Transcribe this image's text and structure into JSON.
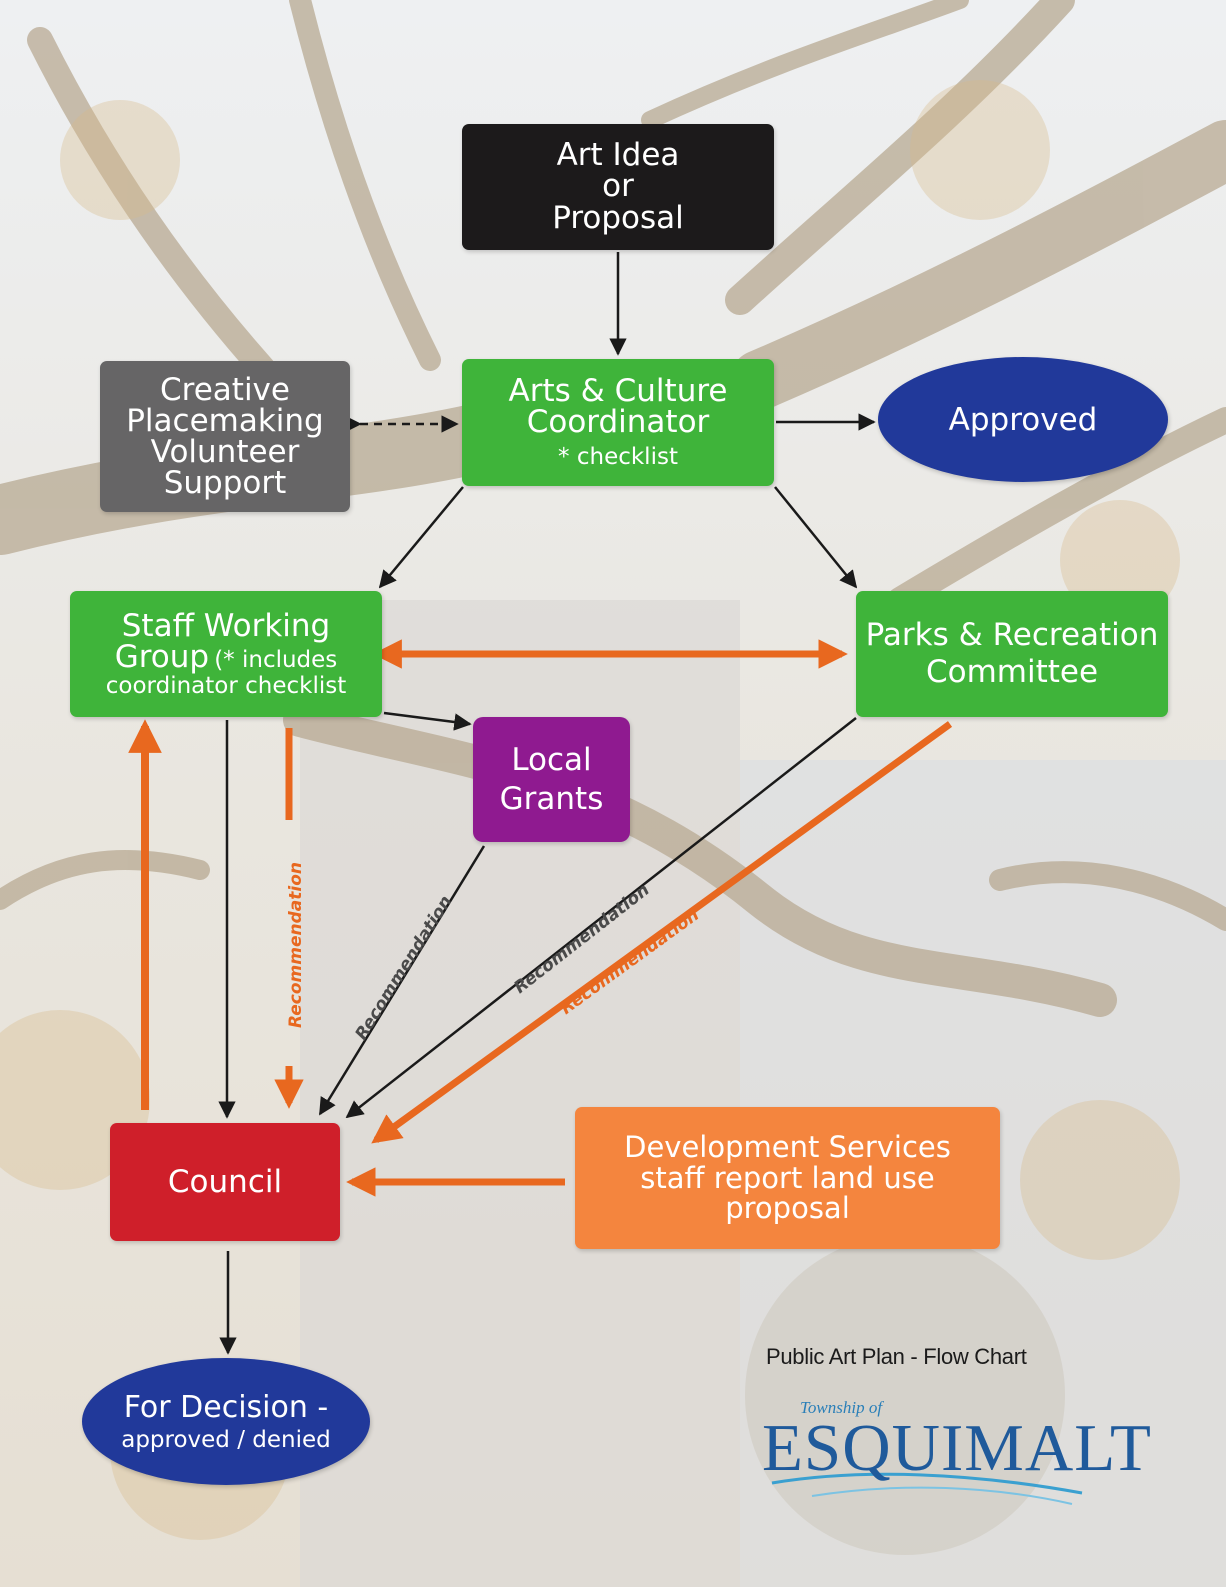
{
  "title": "Public Art Plan - Flow Chart",
  "logo": {
    "township": "Township of",
    "wordmark": "ESQUIMALT"
  },
  "colors": {
    "black_box": "#1c1a1b",
    "green_box": "#3fb43a",
    "grey_box": "#666566",
    "purple_box": "#8f1a90",
    "red_box": "#cf1f2a",
    "orange_box": "#f4853e",
    "blue_oval": "#21399a",
    "orange_arrow": "#e8681f",
    "black_arrow": "#1a1a1a"
  },
  "nodes": {
    "idea": {
      "line1": "Art Idea",
      "line2": "or",
      "line3": "Proposal"
    },
    "coordinator": {
      "line1": "Arts & Culture",
      "line2": "Coordinator",
      "note": "* checklist"
    },
    "creative": {
      "line1": "Creative",
      "line2": "Placemaking",
      "line3": "Volunteer",
      "line4": "Support"
    },
    "approved": {
      "label": "Approved"
    },
    "staff": {
      "line1": "Staff Working",
      "line2a": "Group",
      "line2b": "(* includes",
      "line3": "coordinator checklist"
    },
    "parks": {
      "line1": "Parks & Recreation",
      "line2": "Committee"
    },
    "grants": {
      "line1": "Local",
      "line2": "Grants"
    },
    "council": {
      "label": "Council"
    },
    "devserv": {
      "line1": "Development Services",
      "line2": "staff report land use",
      "line3": "proposal"
    },
    "decision": {
      "line1": "For Decision -",
      "line2": "approved / denied"
    }
  },
  "edge_labels": {
    "staff_to_council": "Recommendation",
    "grants_to_council": "Recommendation",
    "parks_black_to_council": "Recommendation",
    "parks_orange_to_council": "Recommendation"
  }
}
